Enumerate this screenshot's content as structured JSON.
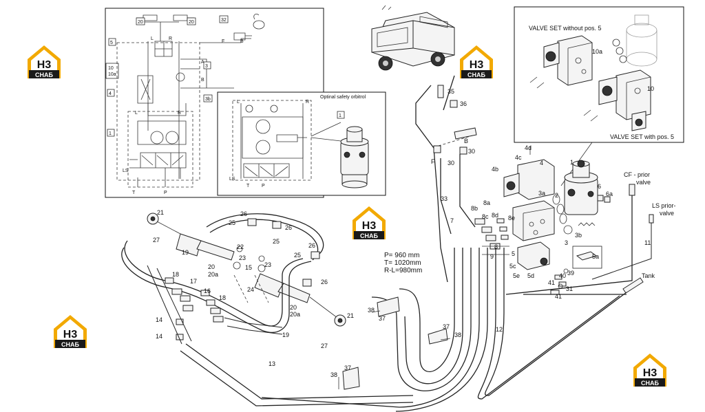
{
  "logo": {
    "mark": "H3",
    "caption": "СНАБ",
    "color_roof": "#f2a900",
    "color_dark": "#1a1a1a"
  },
  "schematic": {
    "side_labels": [
      "L",
      "R",
      "A",
      "B",
      "F",
      "B",
      "LS",
      "T",
      "P",
      "L",
      "R"
    ],
    "part_boxes": [
      "20",
      "20",
      "32",
      "5",
      "10",
      "10a",
      "3",
      "4",
      "3b",
      "1"
    ]
  },
  "inset": {
    "title": "Optinal safety orbitrol",
    "labels": [
      "L",
      "R",
      "T",
      "P",
      "LS"
    ],
    "part_box": "1"
  },
  "valve_panel": {
    "title_without": "VALVE SET without pos. 5",
    "title_with": "VALVE SET with pos. 5",
    "labels": [
      "10a",
      "10"
    ]
  },
  "pressure_note": [
    "P= 960 mm",
    "T= 1020mm",
    "R-L=980mm"
  ],
  "connection_labels": {
    "cf": [
      "CF - prior",
      "valve"
    ],
    "ls": [
      "LS prior-",
      "valve"
    ],
    "tank": "Tank"
  },
  "part_numbers": [
    "35",
    "36",
    "B",
    "F",
    "30",
    "30",
    "4d",
    "4c",
    "4",
    "4b",
    "1",
    "2",
    "3a",
    "6",
    "6a",
    "33",
    "8b",
    "8a",
    "8c",
    "8d",
    "7",
    "8e",
    "8",
    "9",
    "3",
    "3b",
    "5",
    "5c",
    "5e",
    "5d",
    "5a",
    "41",
    "40",
    "39",
    "31",
    "41",
    "11",
    "21",
    "27",
    "26",
    "25",
    "26",
    "25",
    "22",
    "23",
    "15",
    "19",
    "20",
    "20a",
    "23",
    "26",
    "25",
    "26",
    "24",
    "18",
    "17",
    "16",
    "18",
    "14",
    "14",
    "20",
    "20a",
    "21",
    "27",
    "19",
    "38",
    "37",
    "37",
    "38",
    "13",
    "38",
    "37",
    "12"
  ]
}
